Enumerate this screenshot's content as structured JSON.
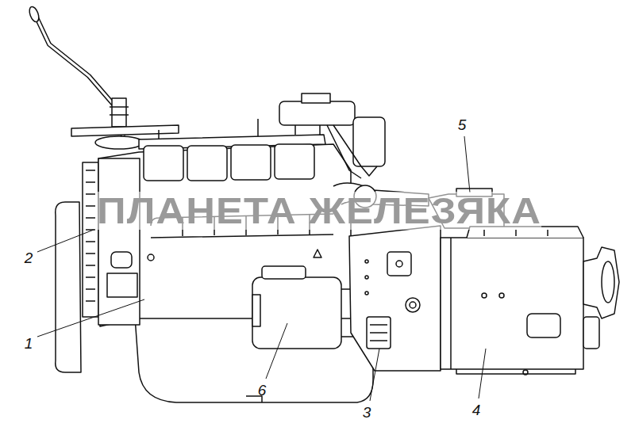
{
  "diagram": {
    "labels": [
      "5",
      "ПЛАНЕТА ЖЕЛЕЗЯКА",
      "2",
      "1",
      "6",
      "3",
      "4"
    ]
  }
}
